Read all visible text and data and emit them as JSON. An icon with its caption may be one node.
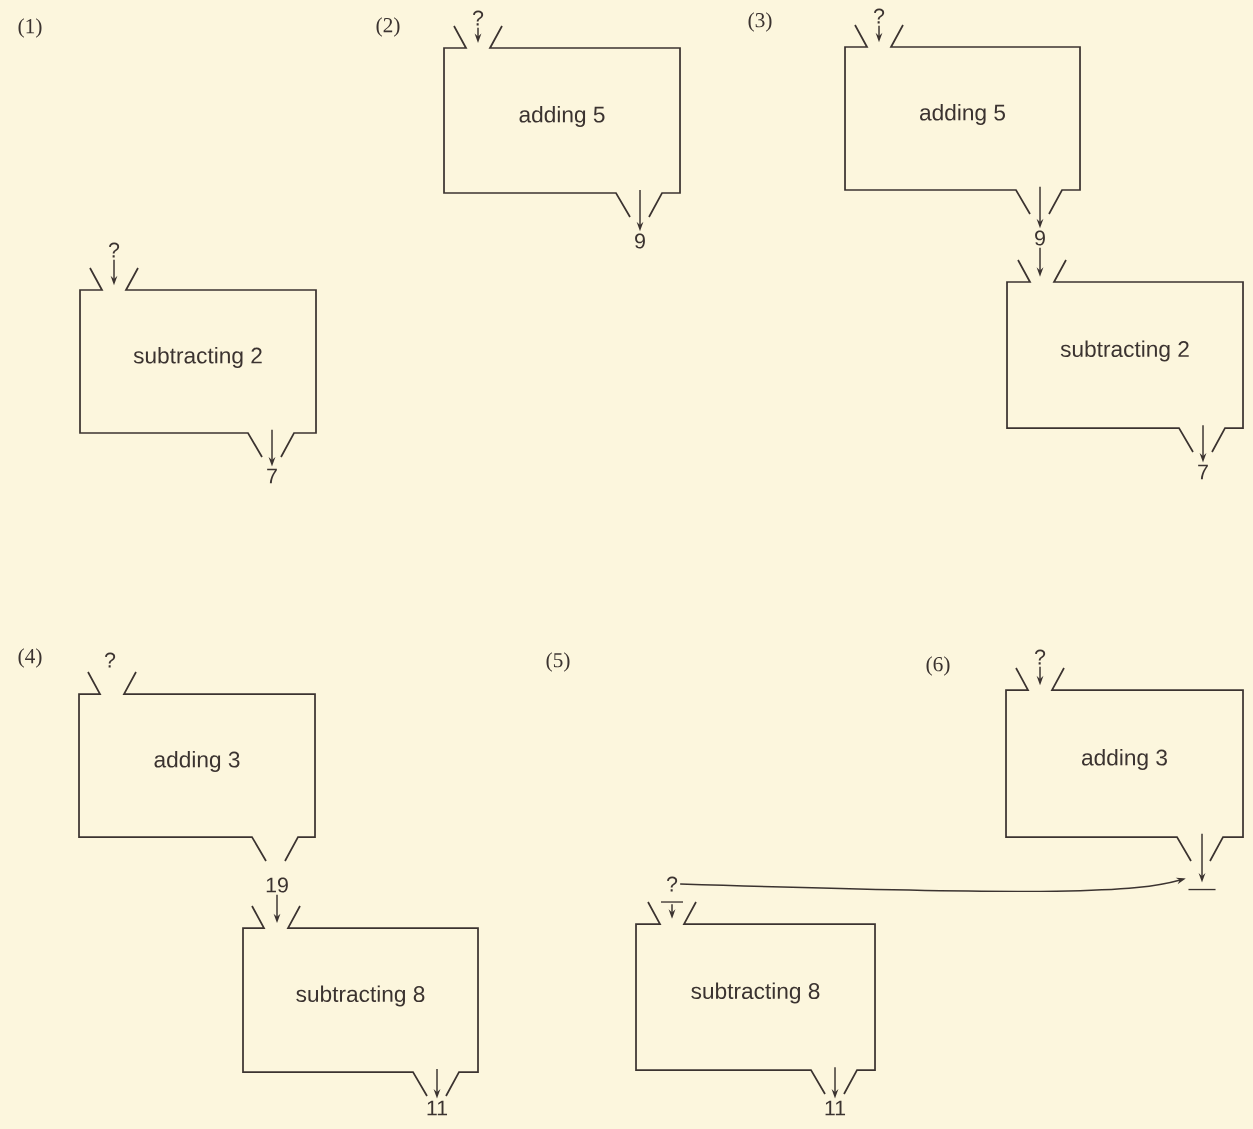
{
  "diagram": {
    "nodes": [
      {
        "text": [
          "?"
        ]
      },
      {
        "text": [
          "subtracting 2"
        ]
      },
      {
        "text": [
          "7"
        ]
      },
      {
        "text": [
          "?"
        ]
      },
      {
        "text": [
          "adding 5"
        ]
      },
      {
        "text": [
          "9"
        ]
      },
      {
        "text": [
          "?"
        ]
      },
      {
        "text": [
          "adding 5"
        ]
      },
      {
        "text": [
          "9"
        ]
      },
      {
        "text": [
          "subtracting 2"
        ]
      },
      {
        "text": [
          "7"
        ]
      },
      {
        "text": [
          "adding 3"
        ],
        "beside": [
          "?"
        ]
      },
      {
        "text": [
          "19"
        ]
      },
      {
        "text": [
          "subtracting 8"
        ]
      },
      {
        "text": [
          "11"
        ]
      },
      {
        "text": [
          "?"
        ]
      },
      {
        "text": [
          "subtracting 8"
        ]
      },
      {
        "text": [
          "11"
        ]
      },
      {
        "text": [
          "?"
        ]
      },
      {
        "text": [
          "adding 3"
        ]
      },
      {
        "text": [],
        "shape": "line"
      }
    ],
    "edges": [
      {
        "from": 0,
        "to": 1,
        "arrow": "to"
      },
      {
        "from": 1,
        "to": 2,
        "arrow": "to"
      },
      {
        "from": 3,
        "to": 4,
        "arrow": "to"
      },
      {
        "from": 4,
        "to": 5,
        "arrow": "to"
      },
      {
        "from": 6,
        "to": 7,
        "arrow": "to"
      },
      {
        "from": 7,
        "to": 8,
        "arrow": "to"
      },
      {
        "from": 8,
        "to": 9,
        "arrow": "to"
      },
      {
        "from": 9,
        "to": 10,
        "arrow": "to"
      },
      {
        "from": 12,
        "to": 13,
        "arrow": "to"
      },
      {
        "from": 13,
        "to": 14,
        "arrow": "to"
      },
      {
        "from": 15,
        "to": 16,
        "arrow": "to"
      },
      {
        "from": 16,
        "to": 17,
        "arrow": "to"
      },
      {
        "from": 18,
        "to": 19,
        "arrow": "to"
      },
      {
        "from": 19,
        "to": 20,
        "arrow": "to"
      },
      {
        "from": 15,
        "to": 20,
        "arrow": "to"
      }
    ],
    "labels": [
      "(1)",
      "(2)",
      "(3)",
      "(4)",
      "(5)",
      "(6)"
    ]
  }
}
